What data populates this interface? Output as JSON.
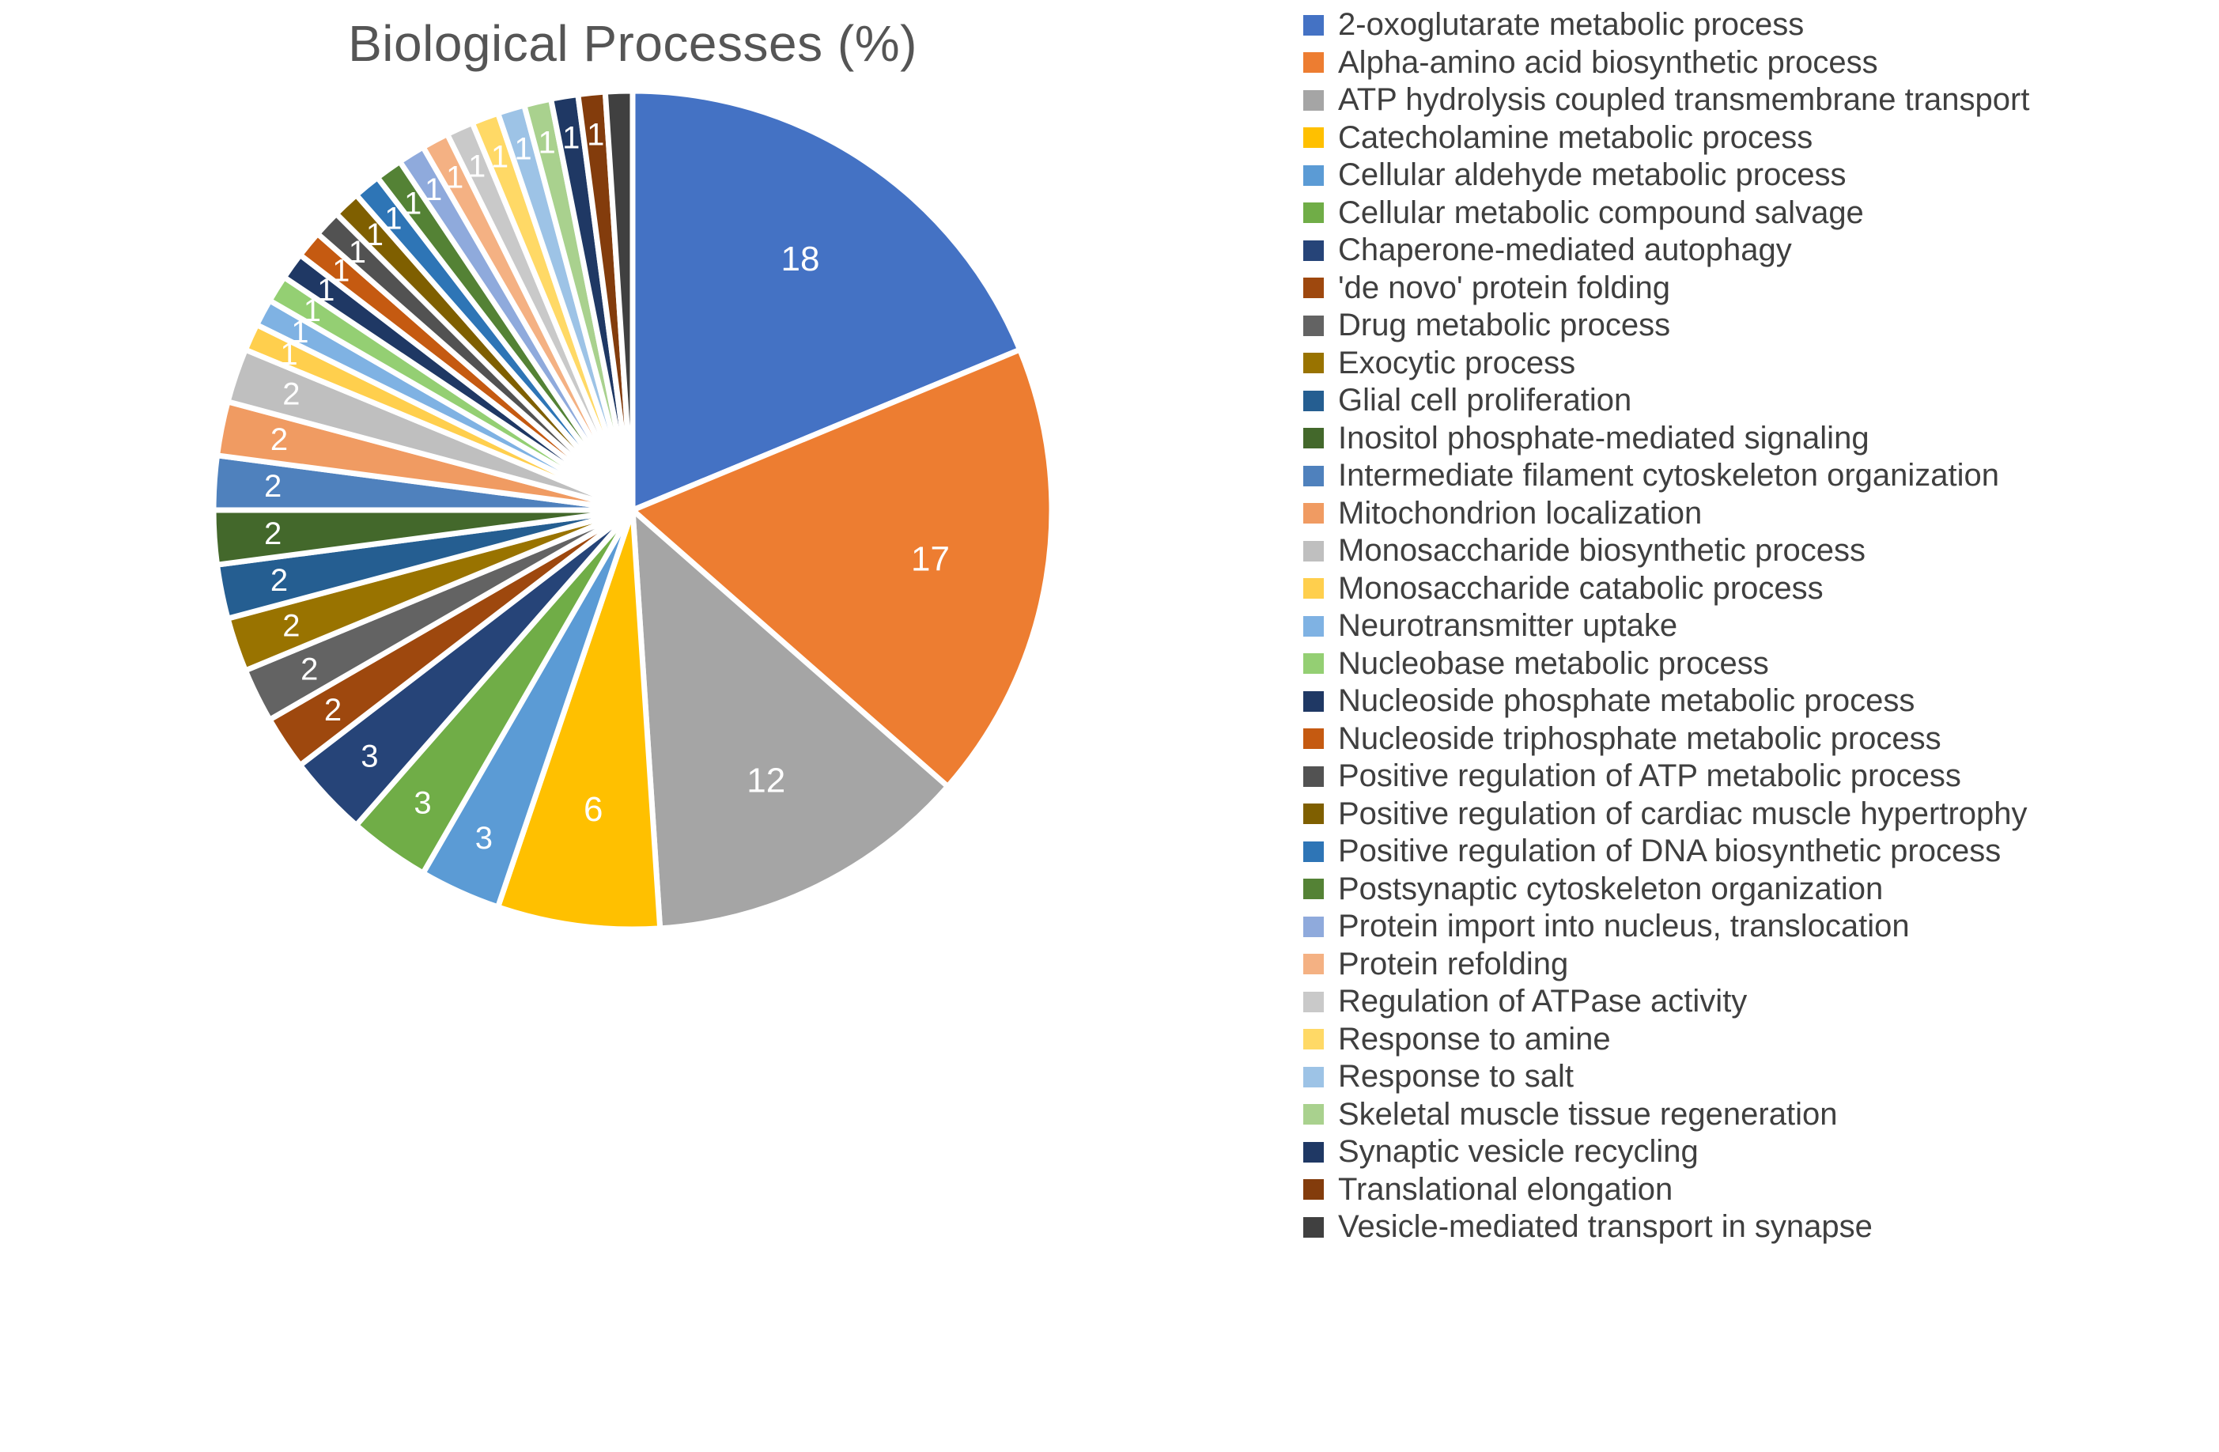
{
  "chart_data": {
    "type": "pie",
    "title": "Biological Processes (%)",
    "xlabel": "",
    "ylabel": "",
    "units": "%",
    "start_angle_deg": 0,
    "direction": "clockwise",
    "legend_position": "right",
    "grid": false,
    "total": 100,
    "categories": [
      "2-oxoglutarate metabolic process",
      "Alpha-amino acid biosynthetic process",
      "ATP hydrolysis coupled transmembrane transport",
      "Catecholamine metabolic process",
      "Cellular aldehyde metabolic process",
      "Cellular metabolic compound salvage",
      "Chaperone-mediated autophagy",
      "'de novo' protein folding",
      "Drug metabolic process",
      "Exocytic process",
      "Glial cell proliferation",
      "Inositol phosphate-mediated signaling",
      "Intermediate filament cytoskeleton organization",
      "Mitochondrion localization",
      "Monosaccharide biosynthetic process",
      "Monosaccharide catabolic process",
      "Neurotransmitter uptake",
      "Nucleobase metabolic process",
      "Nucleoside phosphate metabolic process",
      "Nucleoside triphosphate metabolic process",
      "Positive regulation of ATP metabolic process",
      "Positive regulation of cardiac muscle hypertrophy",
      "Positive regulation of DNA biosynthetic process",
      "Postsynaptic cytoskeleton organization",
      "Protein import into nucleus, translocation",
      "Protein refolding",
      "Regulation of ATPase activity",
      "Response to amine",
      "Response to salt",
      "Skeletal muscle tissue regeneration",
      "Synaptic vesicle recycling",
      "Translational elongation",
      "Vesicle-mediated transport in synapse"
    ],
    "values": [
      18,
      17,
      12,
      6,
      3,
      3,
      3,
      2,
      2,
      2,
      2,
      2,
      2,
      2,
      2,
      1,
      1,
      1,
      1,
      1,
      1,
      1,
      1,
      1,
      1,
      1,
      1,
      1,
      1,
      1,
      1,
      1,
      1
    ],
    "colors": [
      "#4472c4",
      "#ed7d31",
      "#a5a5a5",
      "#ffc000",
      "#5b9bd5",
      "#70ad47",
      "#264478",
      "#9e480e",
      "#636363",
      "#997300",
      "#255e91",
      "#43682b",
      "#4f81bd",
      "#f09b62",
      "#bfbfbf",
      "#ffcf4d",
      "#7fb2e3",
      "#94cf73",
      "#1f3864",
      "#c55a11",
      "#525252",
      "#7f5f00",
      "#2e75b6",
      "#548235",
      "#8faadc",
      "#f4b183",
      "#c9c9c9",
      "#ffd966",
      "#9dc3e6",
      "#a9d18e",
      "#1f3864",
      "#833c0c",
      "#404040"
    ],
    "slice_labels": [
      "18",
      "17",
      "12",
      "6",
      "3",
      "3",
      "3",
      "2",
      "2",
      "2",
      "2",
      "2",
      "2",
      "2",
      "2",
      "1",
      "1",
      "1",
      "1",
      "1",
      "1",
      "1",
      "1",
      "1",
      "1",
      "1",
      "1",
      "1",
      "1",
      "1",
      "1",
      "1",
      ""
    ]
  },
  "legend": {
    "items": [
      {
        "label": "2-oxoglutarate metabolic process",
        "color": "#4472c4"
      },
      {
        "label": "Alpha-amino acid biosynthetic process",
        "color": "#ed7d31"
      },
      {
        "label": "ATP hydrolysis coupled transmembrane transport",
        "color": "#a5a5a5"
      },
      {
        "label": "Catecholamine metabolic process",
        "color": "#ffc000"
      },
      {
        "label": "Cellular aldehyde metabolic process",
        "color": "#5b9bd5"
      },
      {
        "label": "Cellular metabolic compound salvage",
        "color": "#70ad47"
      },
      {
        "label": "Chaperone-mediated autophagy",
        "color": "#264478"
      },
      {
        "label": "'de novo' protein folding",
        "color": "#9e480e"
      },
      {
        "label": "Drug metabolic process",
        "color": "#636363"
      },
      {
        "label": "Exocytic process",
        "color": "#997300"
      },
      {
        "label": "Glial cell proliferation",
        "color": "#255e91"
      },
      {
        "label": "Inositol phosphate-mediated signaling",
        "color": "#43682b"
      },
      {
        "label": "Intermediate filament cytoskeleton organization",
        "color": "#4f81bd"
      },
      {
        "label": "Mitochondrion localization",
        "color": "#f09b62"
      },
      {
        "label": "Monosaccharide biosynthetic process",
        "color": "#bfbfbf"
      },
      {
        "label": "Monosaccharide catabolic process",
        "color": "#ffcf4d"
      },
      {
        "label": "Neurotransmitter uptake",
        "color": "#7fb2e3"
      },
      {
        "label": "Nucleobase metabolic process",
        "color": "#94cf73"
      },
      {
        "label": "Nucleoside phosphate metabolic process",
        "color": "#1f3864"
      },
      {
        "label": "Nucleoside triphosphate metabolic process",
        "color": "#c55a11"
      },
      {
        "label": "Positive regulation of ATP metabolic process",
        "color": "#525252"
      },
      {
        "label": "Positive regulation of cardiac muscle hypertrophy",
        "color": "#7f5f00"
      },
      {
        "label": "Positive regulation of DNA biosynthetic process",
        "color": "#2e75b6"
      },
      {
        "label": "Postsynaptic cytoskeleton organization",
        "color": "#548235"
      },
      {
        "label": "Protein import into nucleus, translocation",
        "color": "#8faadc"
      },
      {
        "label": "Protein refolding",
        "color": "#f4b183"
      },
      {
        "label": "Regulation of ATPase activity",
        "color": "#c9c9c9"
      },
      {
        "label": "Response to amine",
        "color": "#ffd966"
      },
      {
        "label": "Response to salt",
        "color": "#9dc3e6"
      },
      {
        "label": "Skeletal muscle tissue regeneration",
        "color": "#a9d18e"
      },
      {
        "label": "Synaptic vesicle recycling",
        "color": "#1f3864"
      },
      {
        "label": "Translational elongation",
        "color": "#833c0c"
      },
      {
        "label": "Vesicle-mediated transport in synapse",
        "color": "#404040"
      }
    ]
  }
}
